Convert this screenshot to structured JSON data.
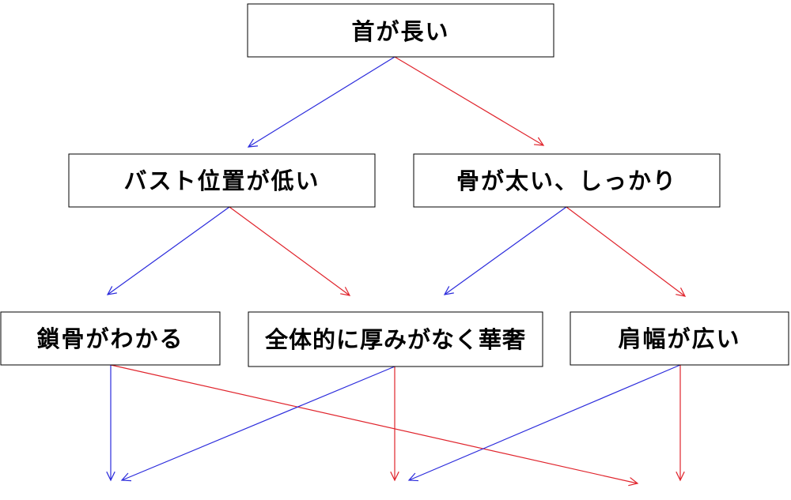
{
  "colors": {
    "yes_edge": "#2b2bdc",
    "no_edge": "#e0242c",
    "box_border": "#000000",
    "text": "#000000"
  },
  "nodes": {
    "long_neck": {
      "label": "首が長い"
    },
    "low_bust": {
      "label": "バスト位置が低い"
    },
    "thick_bone": {
      "label": "骨が太い、しっかり"
    },
    "collarbone": {
      "label": "鎖骨がわかる"
    },
    "thick_body": {
      "label": "全体的に厚みがなく華奢"
    },
    "wide_shoulder": {
      "label": "肩幅が広い"
    }
  },
  "edges": [
    {
      "from": "long_neck",
      "to": "low_bust",
      "branch": "yes"
    },
    {
      "from": "long_neck",
      "to": "thick_bone",
      "branch": "no"
    },
    {
      "from": "low_bust",
      "to": "collarbone",
      "branch": "yes"
    },
    {
      "from": "low_bust",
      "to": "thick_body",
      "branch": "no"
    },
    {
      "from": "thick_bone",
      "to": "thick_body",
      "branch": "yes"
    },
    {
      "from": "thick_bone",
      "to": "wide_shoulder",
      "branch": "no"
    },
    {
      "from": "collarbone",
      "to": "result_1",
      "branch": "yes"
    },
    {
      "from": "collarbone",
      "to": "result_4",
      "branch": "no"
    },
    {
      "from": "thick_body",
      "to": "result_1",
      "branch": "yes"
    },
    {
      "from": "thick_body",
      "to": "result_2",
      "branch": "no"
    },
    {
      "from": "wide_shoulder",
      "to": "result_3",
      "branch": "yes"
    },
    {
      "from": "wide_shoulder",
      "to": "result_5",
      "branch": "no"
    }
  ]
}
